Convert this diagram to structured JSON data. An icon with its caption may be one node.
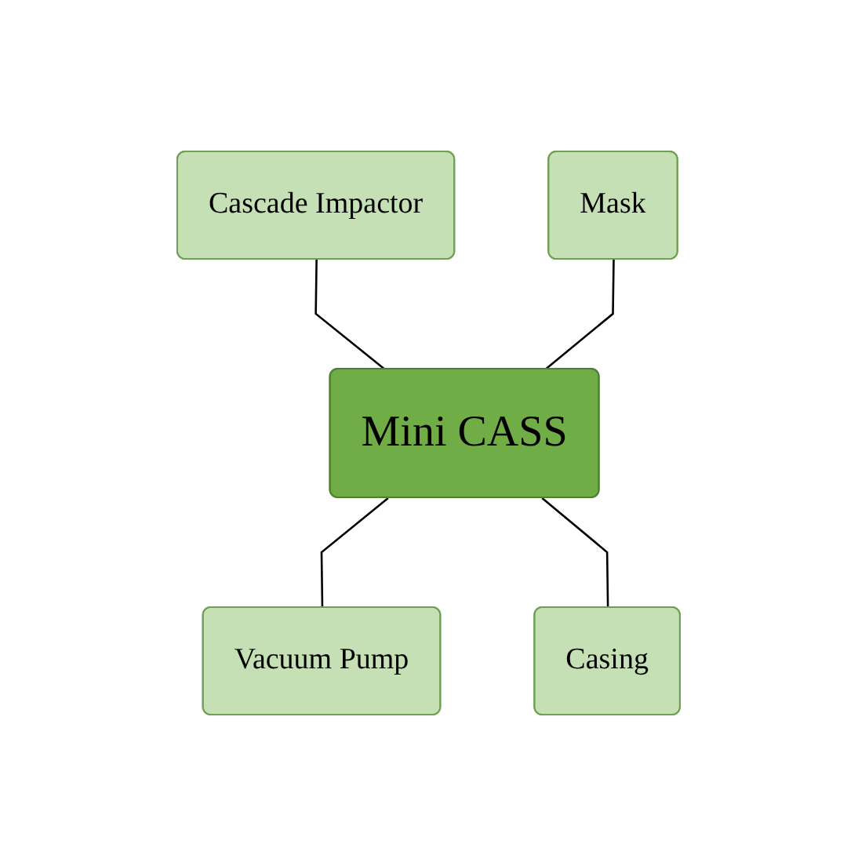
{
  "diagram": {
    "nodes": [
      {
        "text": [
          "Cascade Impactor"
        ]
      },
      {
        "text": [
          "Mask"
        ]
      },
      {
        "text": [
          "Mini CASS"
        ]
      },
      {
        "text": [
          "Vacuum Pump"
        ]
      },
      {
        "text": [
          "Casing"
        ]
      }
    ],
    "edges": [
      {
        "from": 0,
        "to": 2,
        "arrow": "none"
      },
      {
        "from": 1,
        "to": 2,
        "arrow": "none"
      },
      {
        "from": 2,
        "to": 3,
        "arrow": "none"
      },
      {
        "from": 2,
        "to": 4,
        "arrow": "none"
      }
    ]
  }
}
